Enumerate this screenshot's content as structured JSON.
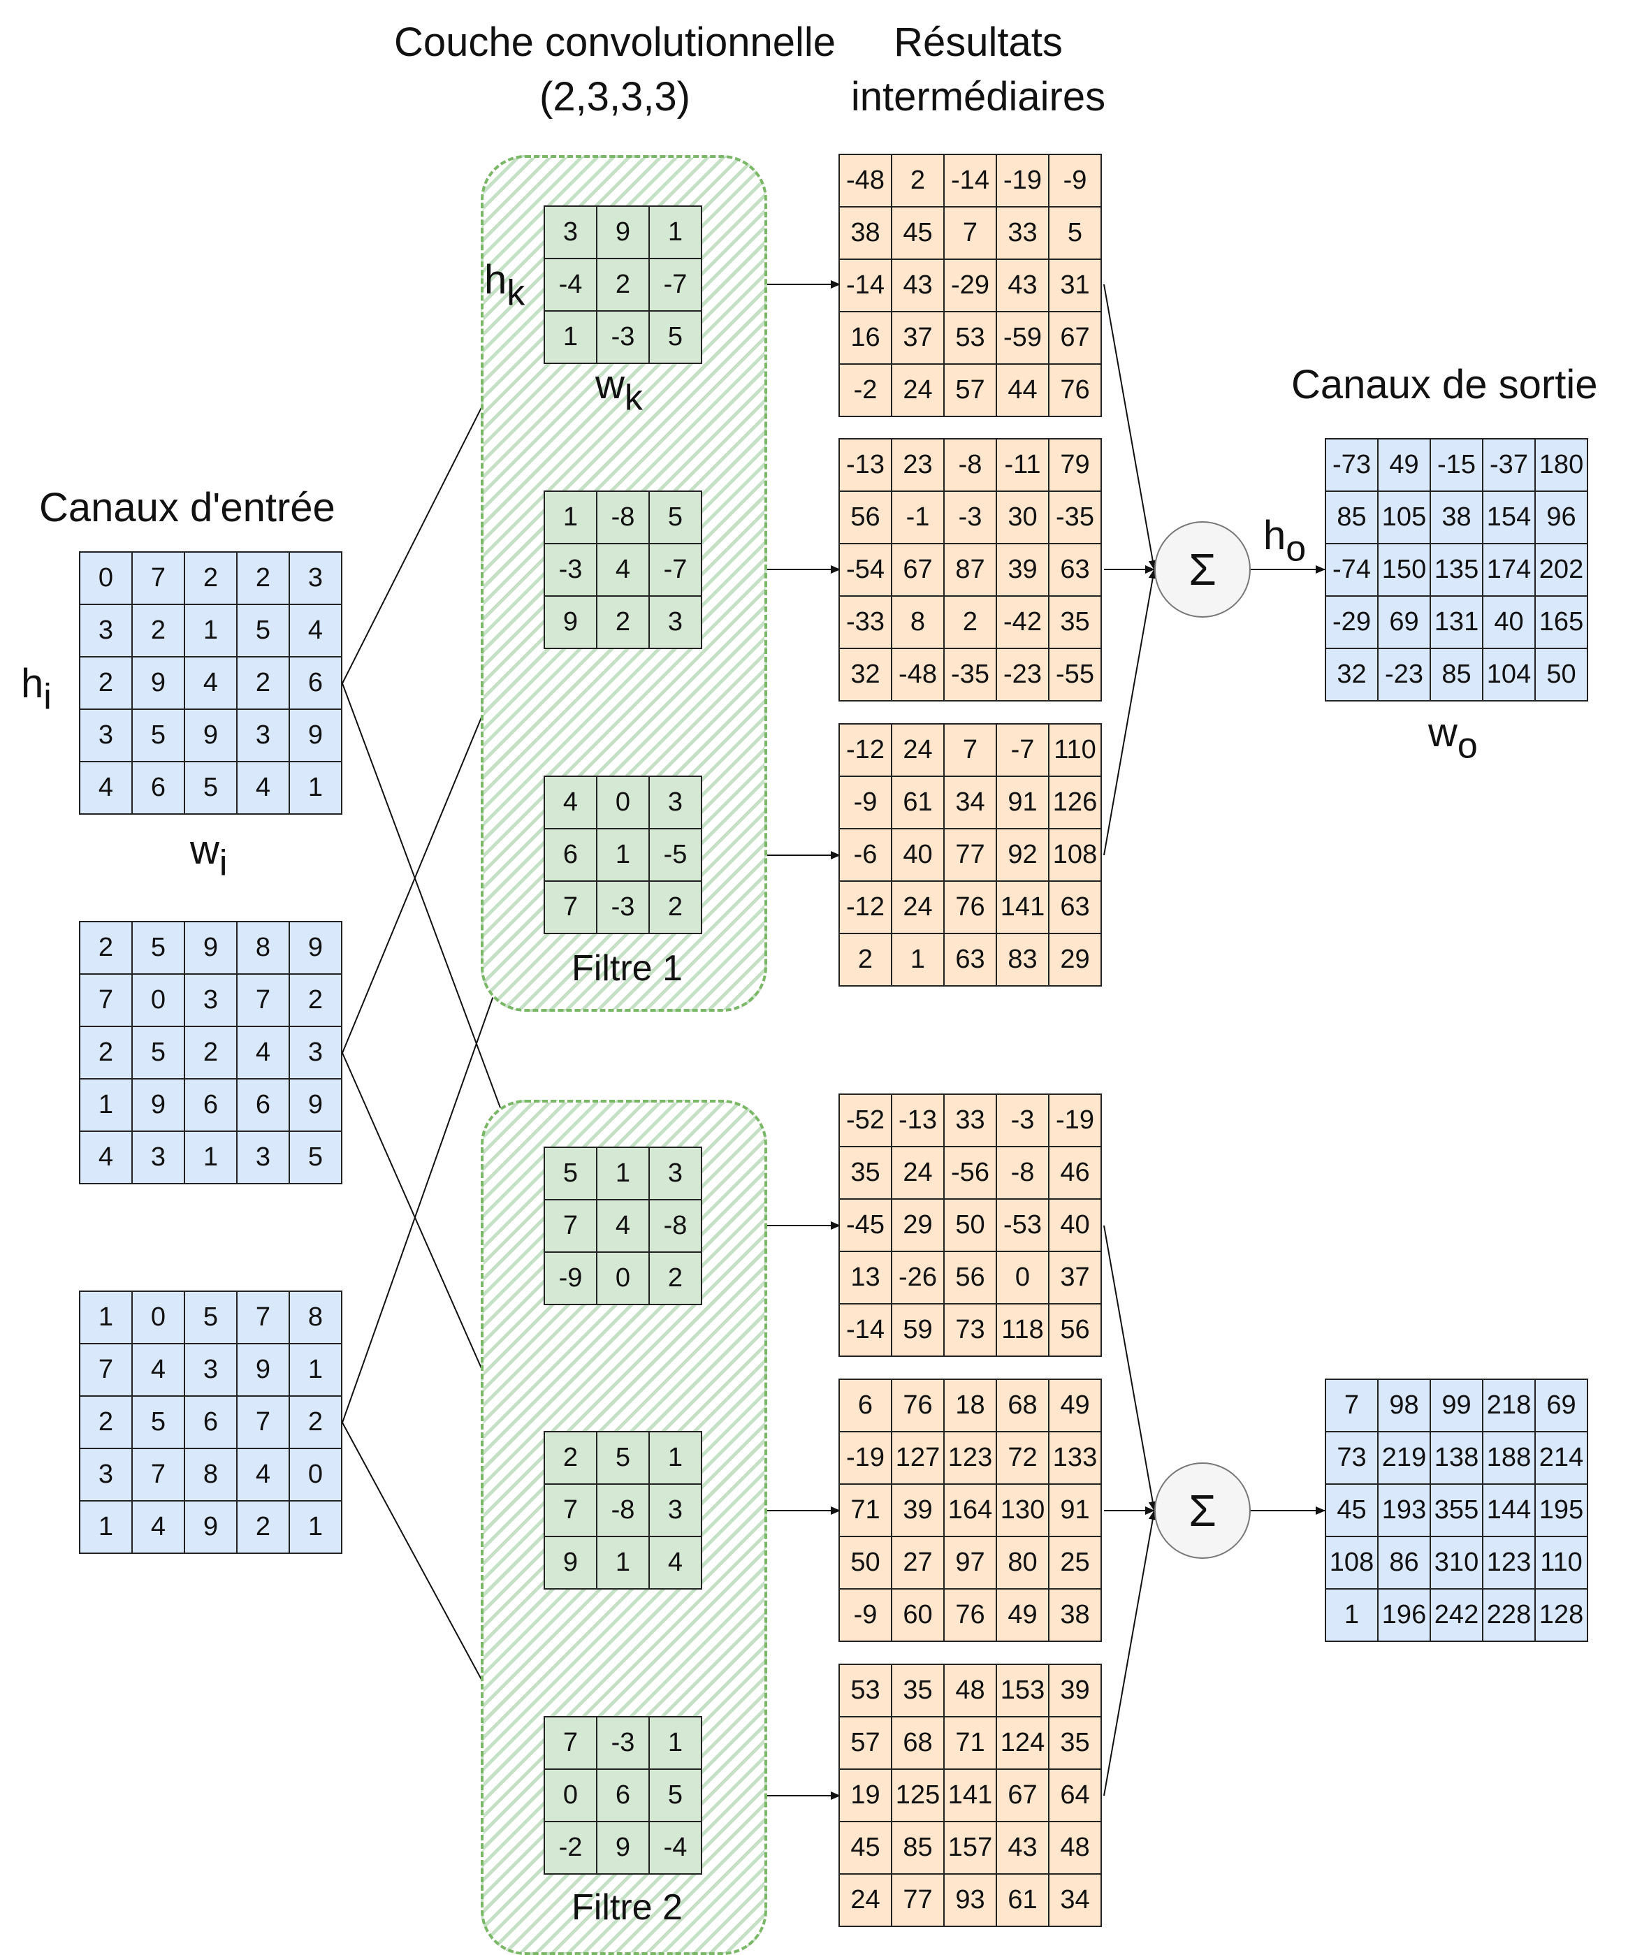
{
  "titles": {
    "conv_line1": "Couche convolutionnelle",
    "conv_line2": "(2,3,3,3)",
    "inter_line1": "Résultats",
    "inter_line2": "intermédiaires",
    "inputs": "Canaux d'entrée",
    "outputs": "Canaux de sortie"
  },
  "dims": {
    "h": "h",
    "w": "w",
    "in_sub": "i",
    "k_sub": "k",
    "o_sub": "o"
  },
  "filters": {
    "filter1_label": "Filtre 1",
    "filter2_label": "Filtre 2"
  },
  "sum_symbol": "Σ",
  "grids": {
    "in1": [
      "0",
      "7",
      "2",
      "2",
      "3",
      "3",
      "2",
      "1",
      "5",
      "4",
      "2",
      "9",
      "4",
      "2",
      "6",
      "3",
      "5",
      "9",
      "3",
      "9",
      "4",
      "6",
      "5",
      "4",
      "1"
    ],
    "in2": [
      "2",
      "5",
      "9",
      "8",
      "9",
      "7",
      "0",
      "3",
      "7",
      "2",
      "2",
      "5",
      "2",
      "4",
      "3",
      "1",
      "9",
      "6",
      "6",
      "9",
      "4",
      "3",
      "1",
      "3",
      "5"
    ],
    "in3": [
      "1",
      "0",
      "5",
      "7",
      "8",
      "7",
      "4",
      "3",
      "9",
      "1",
      "2",
      "5",
      "6",
      "7",
      "2",
      "3",
      "7",
      "8",
      "4",
      "0",
      "1",
      "4",
      "9",
      "2",
      "1"
    ],
    "k1": [
      "3",
      "9",
      "1",
      "-4",
      "2",
      "-7",
      "1",
      "-3",
      "5"
    ],
    "k2": [
      "1",
      "-8",
      "5",
      "-3",
      "4",
      "-7",
      "9",
      "2",
      "3"
    ],
    "k3": [
      "4",
      "0",
      "3",
      "6",
      "1",
      "-5",
      "7",
      "-3",
      "2"
    ],
    "k4": [
      "5",
      "1",
      "3",
      "7",
      "4",
      "-8",
      "-9",
      "0",
      "2"
    ],
    "k5": [
      "2",
      "5",
      "1",
      "7",
      "-8",
      "3",
      "9",
      "1",
      "4"
    ],
    "k6": [
      "7",
      "-3",
      "1",
      "0",
      "6",
      "5",
      "-2",
      "9",
      "-4"
    ],
    "r1": [
      "-48",
      "2",
      "-14",
      "-19",
      "-9",
      "38",
      "45",
      "7",
      "33",
      "5",
      "-14",
      "43",
      "-29",
      "43",
      "31",
      "16",
      "37",
      "53",
      "-59",
      "67",
      "-2",
      "24",
      "57",
      "44",
      "76"
    ],
    "r2": [
      "-13",
      "23",
      "-8",
      "-11",
      "79",
      "56",
      "-1",
      "-3",
      "30",
      "-35",
      "-54",
      "67",
      "87",
      "39",
      "63",
      "-33",
      "8",
      "2",
      "-42",
      "35",
      "32",
      "-48",
      "-35",
      "-23",
      "-55"
    ],
    "r3": [
      "-12",
      "24",
      "7",
      "-7",
      "110",
      "-9",
      "61",
      "34",
      "91",
      "126",
      "-6",
      "40",
      "77",
      "92",
      "108",
      "-12",
      "24",
      "76",
      "141",
      "63",
      "2",
      "1",
      "63",
      "83",
      "29"
    ],
    "r4": [
      "-52",
      "-13",
      "33",
      "-3",
      "-19",
      "35",
      "24",
      "-56",
      "-8",
      "46",
      "-45",
      "29",
      "50",
      "-53",
      "40",
      "13",
      "-26",
      "56",
      "0",
      "37",
      "-14",
      "59",
      "73",
      "118",
      "56"
    ],
    "r5": [
      "6",
      "76",
      "18",
      "68",
      "49",
      "-19",
      "127",
      "123",
      "72",
      "133",
      "71",
      "39",
      "164",
      "130",
      "91",
      "50",
      "27",
      "97",
      "80",
      "25",
      "-9",
      "60",
      "76",
      "49",
      "38"
    ],
    "r6": [
      "53",
      "35",
      "48",
      "153",
      "39",
      "57",
      "68",
      "71",
      "124",
      "35",
      "19",
      "125",
      "141",
      "67",
      "64",
      "45",
      "85",
      "157",
      "43",
      "48",
      "24",
      "77",
      "93",
      "61",
      "34"
    ],
    "o1": [
      "-73",
      "49",
      "-15",
      "-37",
      "180",
      "85",
      "105",
      "38",
      "154",
      "96",
      "-74",
      "150",
      "135",
      "174",
      "202",
      "-29",
      "69",
      "131",
      "40",
      "165",
      "32",
      "-23",
      "85",
      "104",
      "50"
    ],
    "o2": [
      "7",
      "98",
      "99",
      "218",
      "69",
      "73",
      "219",
      "138",
      "188",
      "214",
      "45",
      "193",
      "355",
      "144",
      "195",
      "108",
      "86",
      "310",
      "123",
      "110",
      "1",
      "196",
      "242",
      "228",
      "128"
    ]
  },
  "colors": {
    "input": "#dae8fc",
    "kernel": "#d5e8d4",
    "intermediate": "#ffe6cc",
    "output": "#dae8fc",
    "filter_border": "#7ab867"
  }
}
